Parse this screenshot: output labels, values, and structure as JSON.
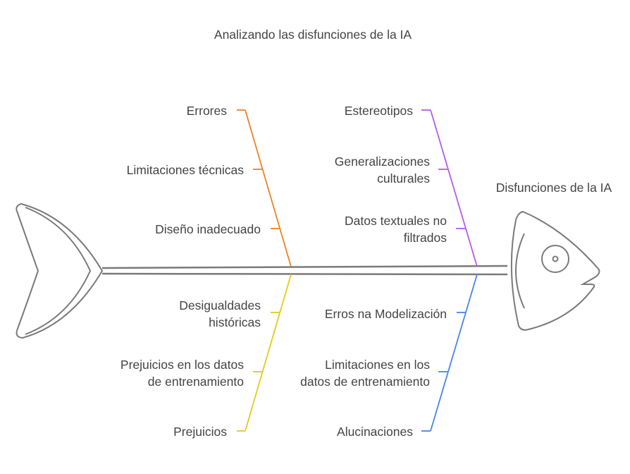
{
  "title": "Analizando las disfunciones de la IA",
  "head_label": "Disfunciones de la IA",
  "colors": {
    "outline": "#7a7a7a",
    "orange": "#E8832A",
    "purple": "#B55CE6",
    "yellow": "#E3C91C",
    "blue": "#4A84E8",
    "text": "#444444"
  },
  "bones": {
    "top_left": {
      "causes": [
        [
          "Errores"
        ],
        [
          "Limitaciones técnicas"
        ],
        [
          "Diseño inadecuado"
        ]
      ]
    },
    "top_right": {
      "causes": [
        [
          "Estereotipos"
        ],
        [
          "Generalizaciones",
          "culturales"
        ],
        [
          "Datos textuales no",
          "filtrados"
        ]
      ]
    },
    "bottom_left": {
      "causes": [
        [
          "Desigualdades",
          "históricas"
        ],
        [
          "Prejuicios en los datos",
          "de entrenamiento"
        ],
        [
          "Prejuicios"
        ]
      ]
    },
    "bottom_right": {
      "causes": [
        [
          "Erros na Modelización"
        ],
        [
          "Limitaciones en los",
          "datos de entrenamiento"
        ],
        [
          "Alucinaciones"
        ]
      ]
    }
  }
}
